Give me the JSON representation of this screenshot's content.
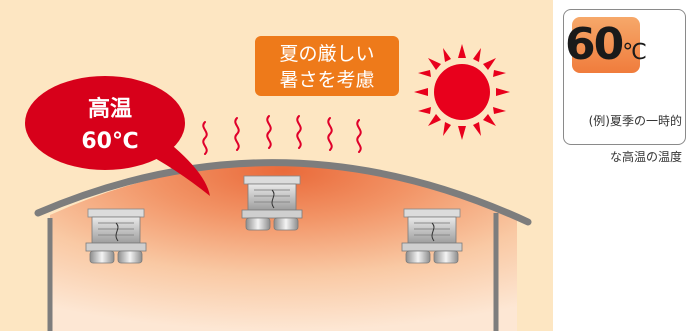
{
  "bubble": {
    "line1": "高温",
    "line2": "60℃"
  },
  "caption": {
    "line1": "夏の厳しい",
    "line2": "暑さを考慮"
  },
  "side_panel": {
    "temperature": "60",
    "unit": "℃",
    "note_line1": "(例)夏季の一時的",
    "note_line2": "な高温の温度"
  },
  "colors": {
    "sky": "#fde6c2",
    "bubble_red": "#d7001a",
    "caption_orange": "#ee7a1a",
    "sun": "#e8001c",
    "roof": "#7d7d7d",
    "heat_lines": "#e0002a"
  },
  "icons": [
    "sun-icon",
    "heat-wave-icon",
    "ceiling-light-icon"
  ]
}
